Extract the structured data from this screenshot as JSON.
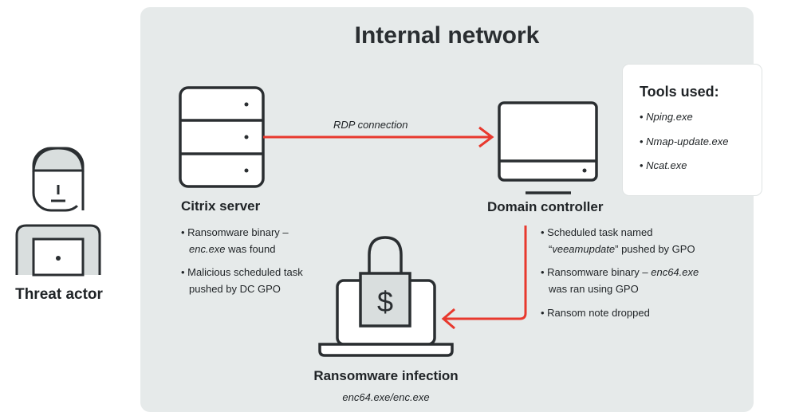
{
  "title": "Internal network",
  "connection_label": "RDP connection",
  "threat_actor": {
    "label": "Threat actor"
  },
  "citrix_server": {
    "label": "Citrix server",
    "notes": [
      {
        "line1": "Ransomware binary –",
        "line2_italic": "enc.exe",
        "line2_rest": " was found"
      },
      {
        "line1": "Malicious scheduled task",
        "line2": "pushed by DC GPO"
      }
    ]
  },
  "domain_controller": {
    "label": "Domain controller",
    "notes": [
      {
        "line1": "Scheduled task named",
        "line2_pre": "“",
        "line2_italic": "veeamupdate",
        "line2_rest": "” pushed by GPO"
      },
      {
        "line1_pre": "Ransomware binary – ",
        "line1_italic": "enc64.exe",
        "line2": "was ran using GPO"
      },
      {
        "line1": "Ransom note dropped"
      }
    ]
  },
  "ransomware_infection": {
    "label": "Ransomware infection",
    "sublabel": "enc64.exe/enc.exe"
  },
  "tools": {
    "title": "Tools used:",
    "items": [
      "Nping.exe",
      "Nmap-update.exe",
      "Ncat.exe"
    ]
  },
  "colors": {
    "arrow": "#e8392e",
    "panel": "#e6eaea",
    "stroke": "#2a2e31",
    "fill_light": "#ffffff"
  }
}
